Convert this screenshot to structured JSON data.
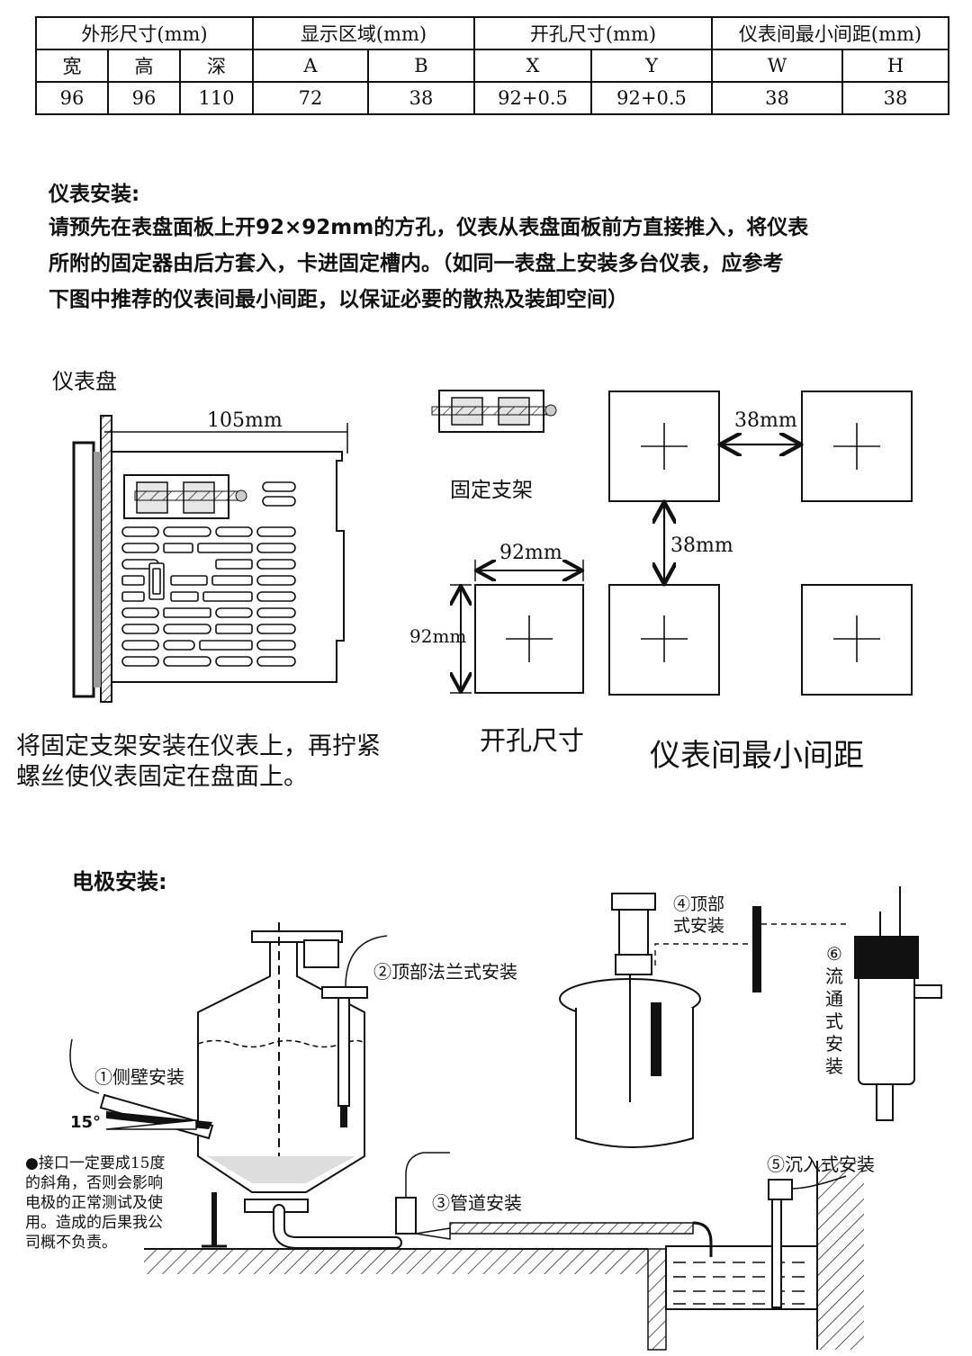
{
  "table": {
    "groups": [
      "外形尺寸(mm)",
      "显示区域(mm)",
      "开孔尺寸(mm)",
      "仪表间最小间距(mm)"
    ],
    "subheaders": [
      "宽",
      "高",
      "深",
      "A",
      "B",
      "X",
      "Y",
      "W",
      "H"
    ],
    "values": [
      "96",
      "96",
      "110",
      "72",
      "38",
      "92+0.5",
      "92+0.5",
      "38",
      "38"
    ]
  },
  "meter_install": {
    "title": "仪表安装:",
    "lines": [
      "请预先在表盘面板上开92×92mm的方孔，仪表从表盘面板前方直接推入，将仪表",
      "所附的固定器由后方套入，卡进固定槽内。（如同一表盘上安装多台仪表，应参考",
      "下图中推荐的仪表间最小间距，以保证必要的散热及装卸空间）"
    ]
  },
  "panel_figure": {
    "panel_label": "仪表盘",
    "depth_label": "105mm",
    "caption_lines": [
      "将固定支架安装在仪表上，再拧紧",
      "螺丝使仪表固定在盘面上。"
    ]
  },
  "bracket_figure": {
    "label": "固定支架"
  },
  "cutout_figure": {
    "width_label": "92mm",
    "height_label": "92mm",
    "caption": "开孔尺寸"
  },
  "spacing_figure": {
    "h_gap_label": "38mm",
    "v_gap_label": "38mm",
    "caption": "仪表间最小间距"
  },
  "electrode_install": {
    "title": "电极安装:",
    "labels": {
      "side_wall": "①侧壁安装",
      "top_flange": "②顶部法兰式安装",
      "pipe": "③管道安装",
      "top_mount_line1": "④顶部",
      "top_mount_line2": "式安装",
      "immersion": "⑤沉入式安装",
      "flow_through": [
        "⑥",
        "流",
        "通",
        "式",
        "安",
        "装"
      ],
      "angle": "15°"
    },
    "note_lines": [
      "●接口一定要成15度",
      "的斜角，否则会影响",
      "电极的正常测试及使",
      "用。造成的后果我公",
      "司概不负责。"
    ]
  }
}
